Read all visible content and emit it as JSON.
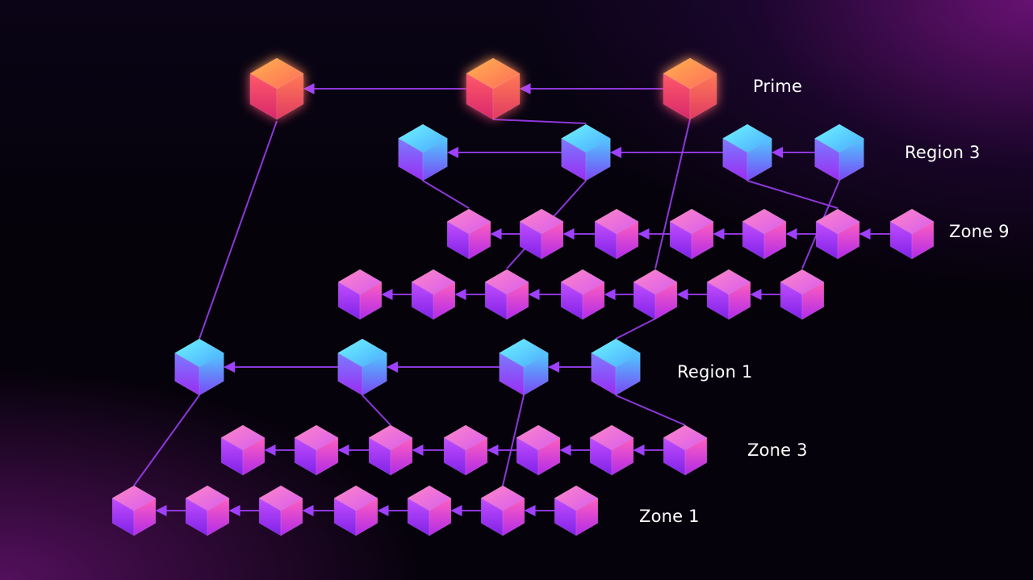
{
  "labels": {
    "prime": "Prime",
    "region3": "Region 3",
    "zone9": "Zone 9",
    "region1": "Region 1",
    "zone3": "Zone 3",
    "zone1": "Zone 1"
  },
  "colors": {
    "prime": [
      "#ffa347",
      "#ff4f6e",
      "#d92f6a"
    ],
    "region": [
      "#5ef2ff",
      "#7f6bff",
      "#9a2cf2"
    ],
    "zone": [
      "#ff7ac8",
      "#c24dff",
      "#8424e6"
    ],
    "link": "#9b3df0"
  }
}
